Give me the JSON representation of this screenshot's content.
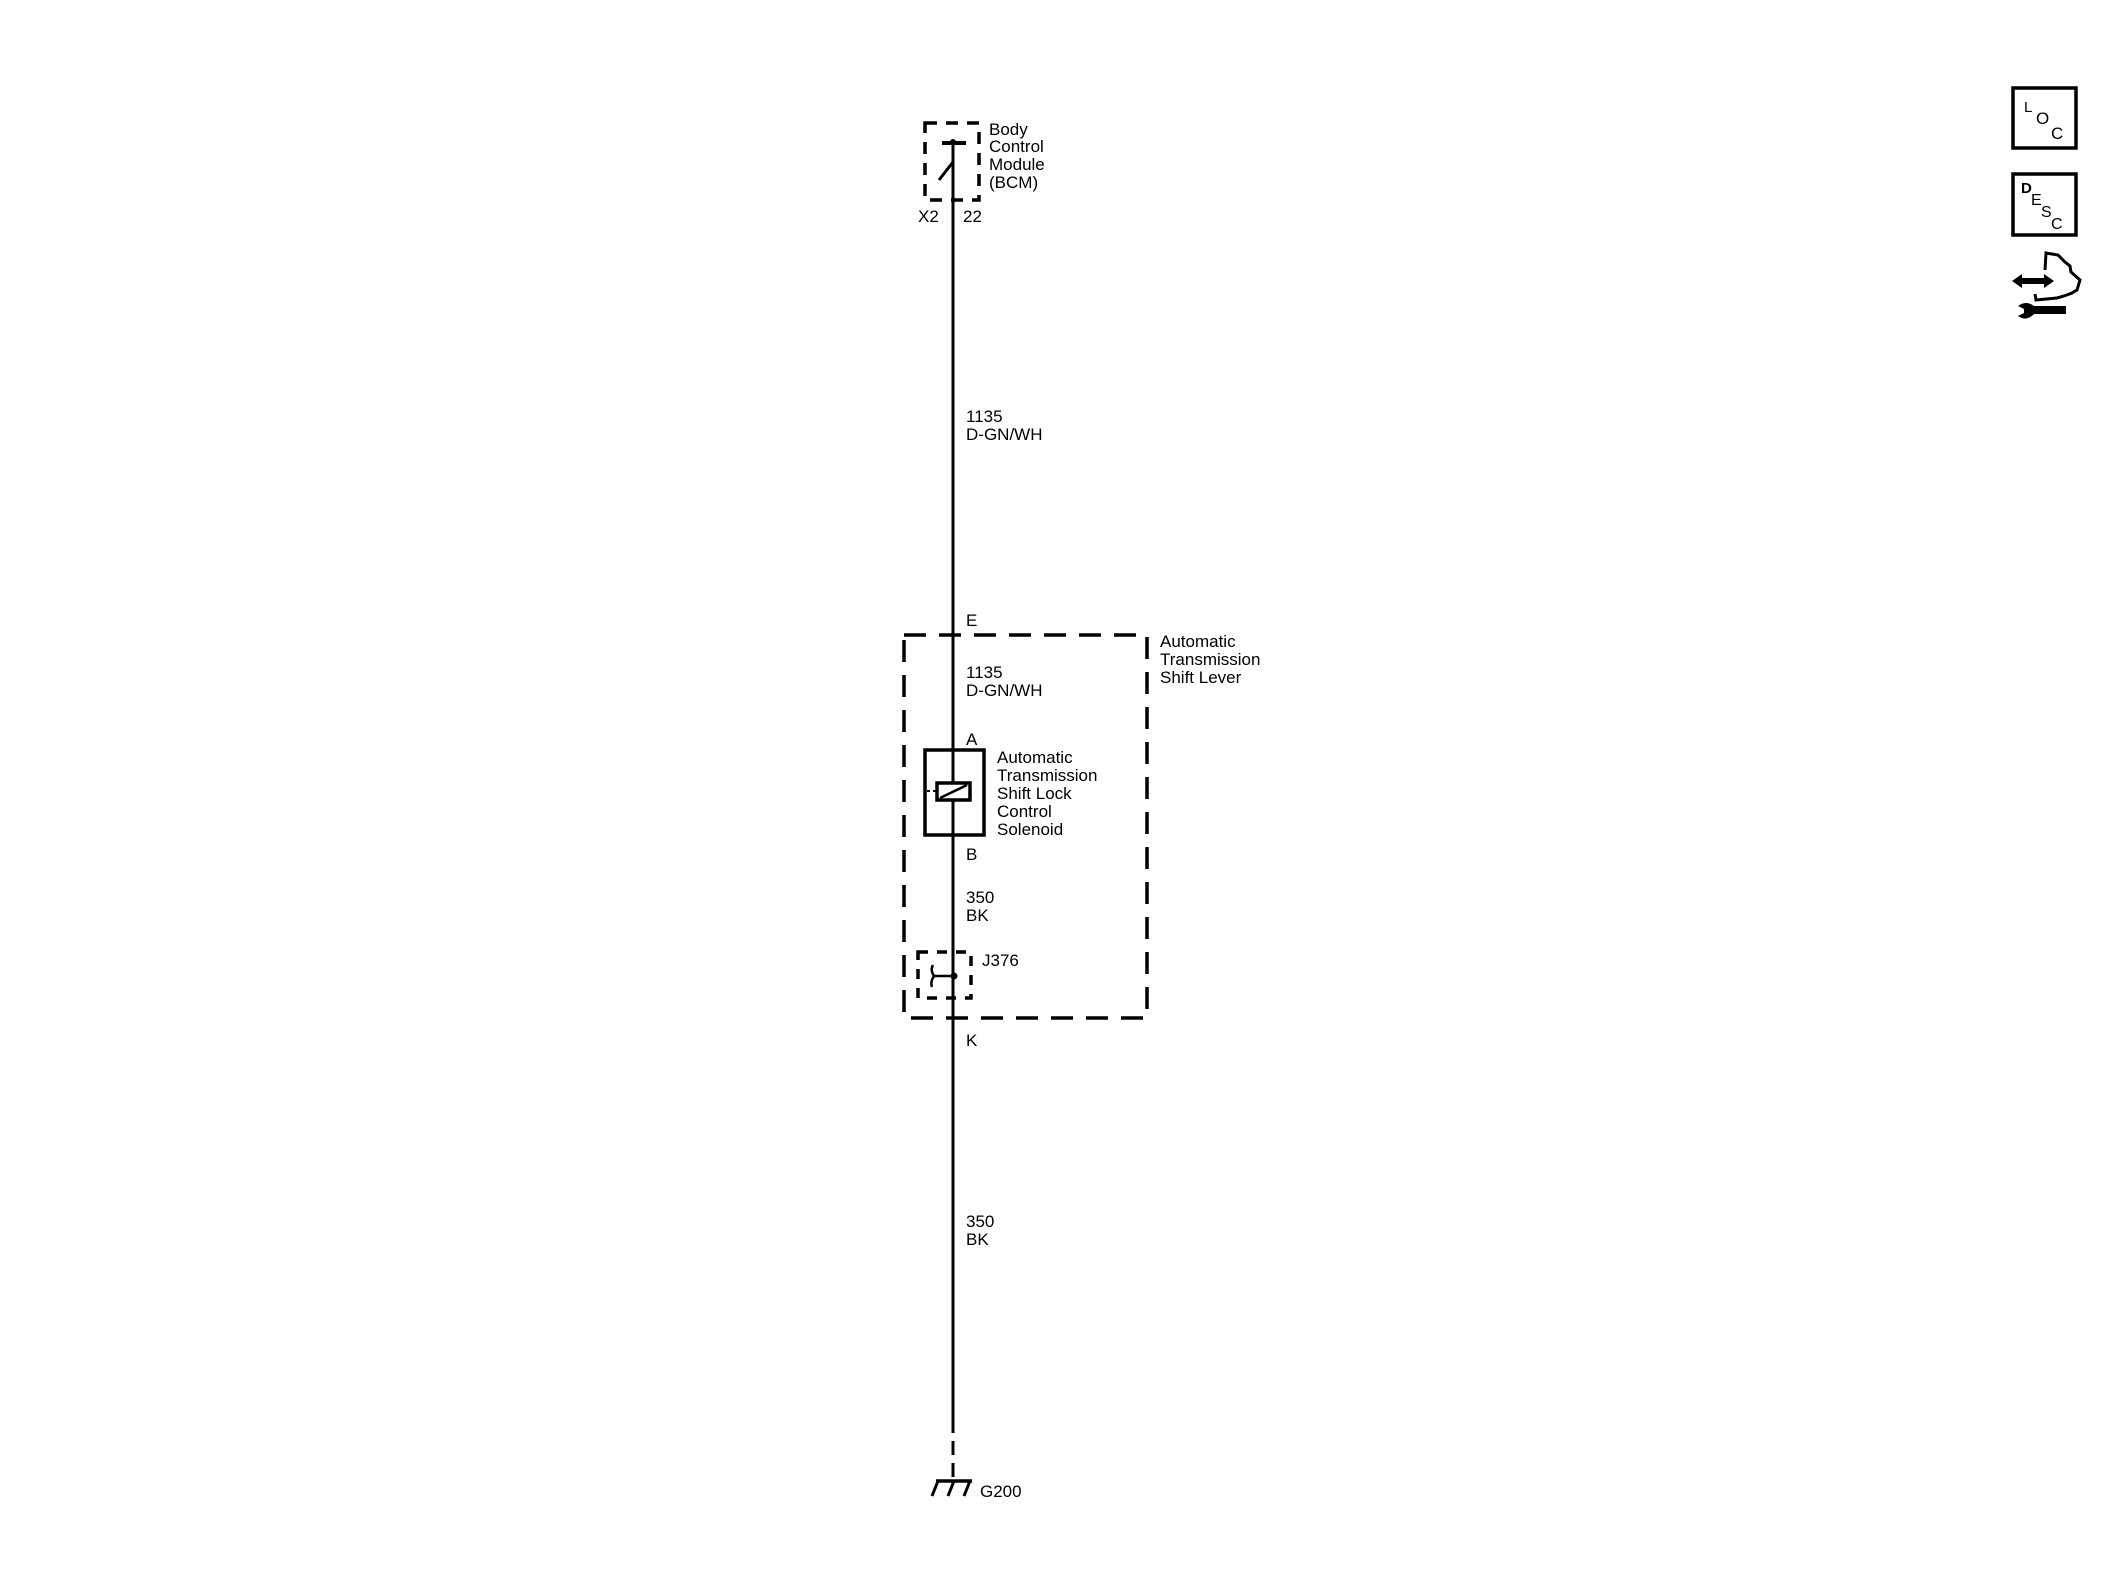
{
  "bcm": {
    "label_lines": [
      "Body",
      "Control",
      "Module",
      "(BCM)"
    ],
    "connector": "X2",
    "pin": "22"
  },
  "wire_upper": {
    "circuit": "1135",
    "color": "D-GN/WH"
  },
  "shift_lever": {
    "label_lines": [
      "Automatic",
      "Transmission",
      "Shift Lever"
    ],
    "pin_top": "E",
    "pin_bottom": "K",
    "wire_inner_top": {
      "circuit": "1135",
      "color": "D-GN/WH"
    },
    "wire_inner_bottom": {
      "circuit": "350",
      "color": "BK"
    }
  },
  "solenoid": {
    "label_lines": [
      "Automatic",
      "Transmission",
      "Shift Lock",
      "Control",
      "Solenoid"
    ],
    "pin_a": "A",
    "pin_b": "B"
  },
  "splice": {
    "label": "J376"
  },
  "wire_lower": {
    "circuit": "350",
    "color": "BK"
  },
  "ground": {
    "label": "G200"
  },
  "side_icons": {
    "loc": {
      "letters": [
        "L",
        "O",
        "C"
      ],
      "icon": "location-icon"
    },
    "desc": {
      "letters": [
        "D",
        "E",
        "S",
        "C"
      ],
      "icon": "description-icon"
    },
    "service": {
      "icon": "connector-repair-icon"
    }
  }
}
